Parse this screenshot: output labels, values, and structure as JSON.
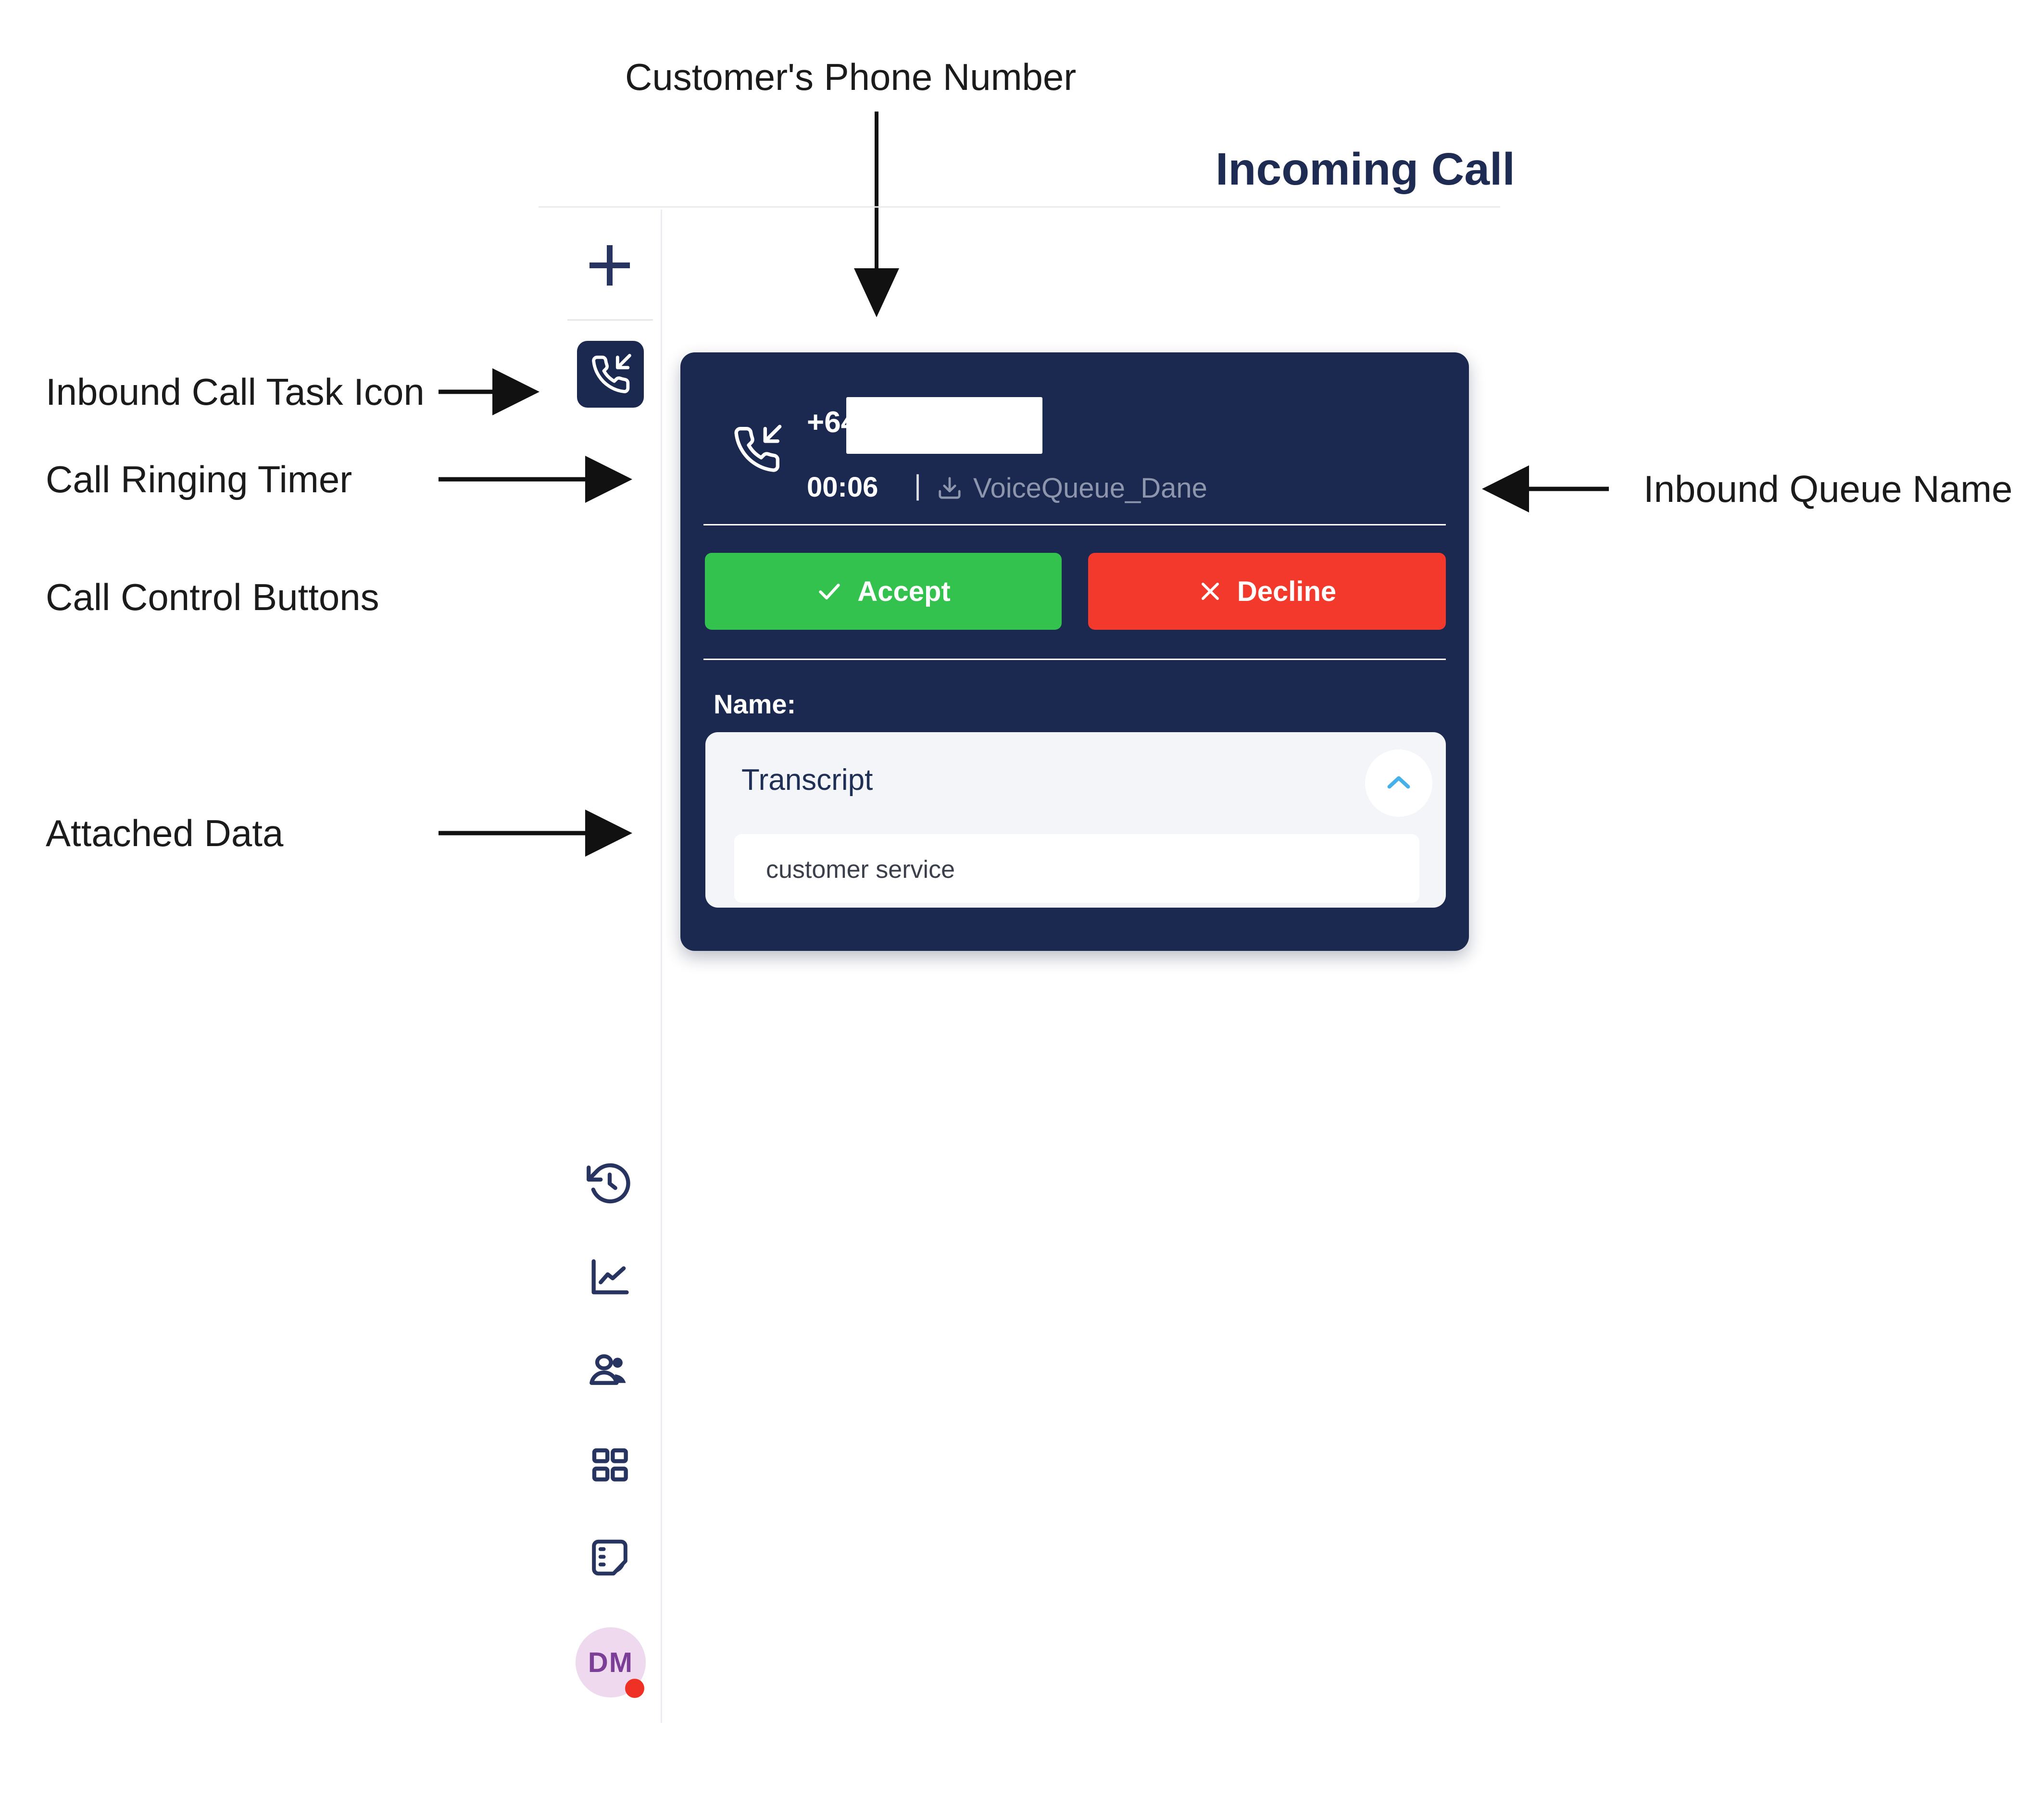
{
  "header": {
    "title": "Incoming Call"
  },
  "annotations": {
    "customer_phone": "Customer's Phone Number",
    "inbound_task": "Inbound Call Task Icon",
    "ringing_timer": "Call Ringing Timer",
    "call_controls": "Call Control Buttons",
    "attached_data": "Attached Data",
    "inbound_queue": "Inbound Queue Name"
  },
  "call_card": {
    "phone_prefix": "+64",
    "ring_timer": "00:06",
    "separator": "|",
    "queue_name": "VoiceQueue_Dane",
    "accept_label": "Accept",
    "decline_label": "Decline",
    "name_label": "Name:",
    "attached_data": {
      "title": "Transcript",
      "value": "customer service"
    }
  },
  "sidebar": {
    "avatar_initials": "DM"
  },
  "colors": {
    "card_navy": "#1b2950",
    "accent_navy": "#273460",
    "accept_green": "#32c24d",
    "decline_red": "#f2392c",
    "queue_text_gray": "#8d96ac",
    "chevron_blue": "#45b1e8",
    "avatar_bg": "#eed9ee",
    "avatar_text": "#7b3f98",
    "status_dot_red": "#ee3124"
  }
}
